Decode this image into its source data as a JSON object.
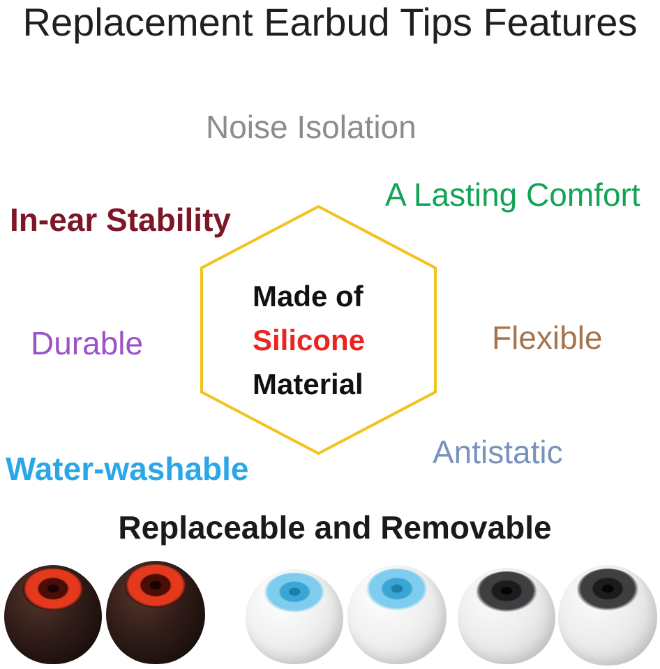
{
  "title": "Replacement Earbud Tips Features",
  "features": {
    "noise_isolation": {
      "label": "Noise Isolation",
      "color": "#8c8c8c"
    },
    "lasting_comfort": {
      "label": "A Lasting Comfort",
      "color": "#13a356"
    },
    "in_ear_stability": {
      "label": "In-ear Stability",
      "color": "#7b1727"
    },
    "durable": {
      "label": "Durable",
      "color": "#9b51c9"
    },
    "flexible": {
      "label": "Flexible",
      "color": "#a4754e"
    },
    "water_washable": {
      "label": "Water-washable",
      "color": "#2ba7e8"
    },
    "antistatic": {
      "label": "Antistatic",
      "color": "#7793bd"
    },
    "replaceable": {
      "label": "Replaceable and Removable",
      "color": "#1a1a1a"
    }
  },
  "hexagon": {
    "stroke_color": "#f2c21e",
    "lines": [
      {
        "text": "Made of",
        "color": "#111111"
      },
      {
        "text": "Silicone",
        "color": "#e8251f"
      },
      {
        "text": "Material",
        "color": "#111111"
      }
    ]
  },
  "earbud_sets": [
    {
      "name": "black-red-silicone-tips",
      "body_highlight": "#56352c",
      "body_mid": "#2e1b17",
      "body_dark": "#120a08",
      "opening_rim": "#35160f",
      "ring": "#e5391d",
      "hole": "#4a0e06",
      "hole_core": "#1a0402"
    },
    {
      "name": "white-blue-silicone-tips",
      "body_highlight": "#ffffff",
      "body_mid": "#eff0f0",
      "body_dark": "#cbcdce",
      "opening_rim": "#eef0f0",
      "ring": "#7fcdee",
      "hole": "#3ba6d6",
      "hole_core": "#1b7fae"
    },
    {
      "name": "white-black-silicone-tips",
      "body_highlight": "#fcfcfc",
      "body_mid": "#ebecec",
      "body_dark": "#c8c9ca",
      "opening_rim": "#cfd0d1",
      "ring": "#3f3f42",
      "hole": "#1c1c1e",
      "hole_core": "#060606"
    }
  ]
}
